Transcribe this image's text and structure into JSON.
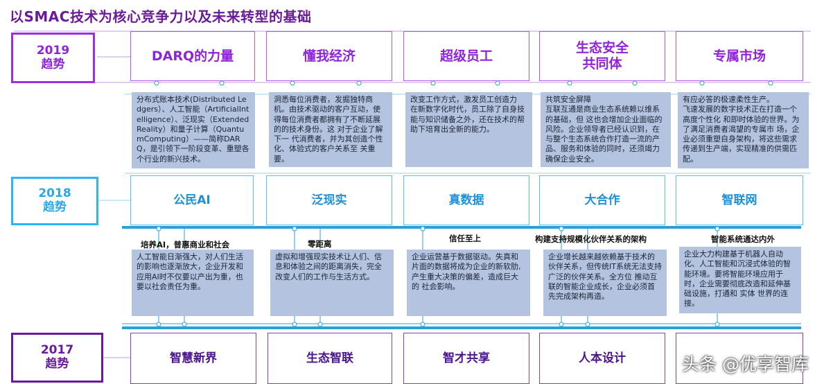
{
  "title": "以SMAC技术为核心竞争力以及未来转型的基础",
  "years": {
    "y2019": {
      "year": "2019",
      "label": "趋势"
    },
    "y2018": {
      "year": "2018",
      "label": "趋势"
    },
    "y2017": {
      "year": "2017",
      "label": "趋势"
    }
  },
  "trends2019": [
    {
      "title": "DARQ的力量",
      "text": "分布式账本技术(Distributed Ledgers）、人工智能（ArtificialIntelligence）、泛现实（ExtendedReality）和量子计算（QuantumComputing）——简称DARQ，是引领下一阶段变革、重塑各个行业的新兴技术。"
    },
    {
      "title": "懂我经济",
      "text": "洞悉每位消费者，发掘独特商机。由技术驱动的客户互动，使得每位消费者都拥有了不断延展的的技术身份。这 对于企业了解下一 代消费者，并为其创造个性化、体验式的客户关系至 关重要。"
    },
    {
      "title": "超级员工",
      "text": "改变工作方式，激发员工创造力\n在新数字化时代，员工除了自身技能与知识储备之外，还在技术的帮助下培育出全新的能力。"
    },
    {
      "title": "生态安全\n共同体",
      "text": "共筑安全屏障\n互联互通是商业生态系统赖以维系的基础，但 这也会增加企业面临的风险。企业领导者已经认识到，在与整个生态系统合作打造一流的产品、服务和体验的同时，还须竭力确保企业安全。"
    },
    {
      "title": "专属市场",
      "text": "有应必答的极速柔性生产。\n飞速发展的数字技术正在打造一个高度个性化 和即时体验的世界。为了满足消费者渴望的专属市 场，企业必须重塑自身架构，将这些需求传递到生产端，实现精准的供需匹配。"
    }
  ],
  "trends2018": [
    {
      "title": "公民AI",
      "caption": "培养AI，普惠商业和社会",
      "text": "人工智能日渐强大，对人们生活的影响也逐渐放大，企业开发和应用AI时不仅要以产出为重，也要以社会责任为重。"
    },
    {
      "title": "泛现实",
      "caption": "零距离",
      "text": "虚拟和增强现实技术让人们、信息和体验之间的距离消失，完全改变人们的工作与生活方式。"
    },
    {
      "title": "真数据",
      "caption": "信任至上",
      "text": "企业运营基于数据驱动。失真和片面的数据将成为企业的新软肋,产生重大决策的偏差，造成巨大的 社会影响。"
    },
    {
      "title": "大合作",
      "caption": "构建支持规模化伙伴关系的架构",
      "text": "企业增长越来越依赖基于技术的伙伴关系，但传统IT系统无法支持广泛的伙伴关系。全方位 推动互联的智能企业成长，企业必须首先完成架构再造。"
    },
    {
      "title": "智联网",
      "caption": "智能系统通达内外",
      "text": "企业大力构建基于机器人自动化、人工智能和沉浸式体验的智能环境。要将智能环境应用于 时，企业需要彻底改造和延伸基础设施，打通和 实体 世界的连接。"
    }
  ],
  "trends2017": [
    {
      "title": "智慧新界"
    },
    {
      "title": "生态智联"
    },
    {
      "title": "智才共享"
    },
    {
      "title": "人本设计"
    },
    {
      "title": ""
    }
  ],
  "watermark": "头条 @优享智库",
  "colors": {
    "purple": "#8e24d8",
    "cyan": "#29b6f6",
    "darkPurple": "#6a1b9a",
    "textBox": "#b4c3df",
    "bar": "#2b9fd6"
  }
}
